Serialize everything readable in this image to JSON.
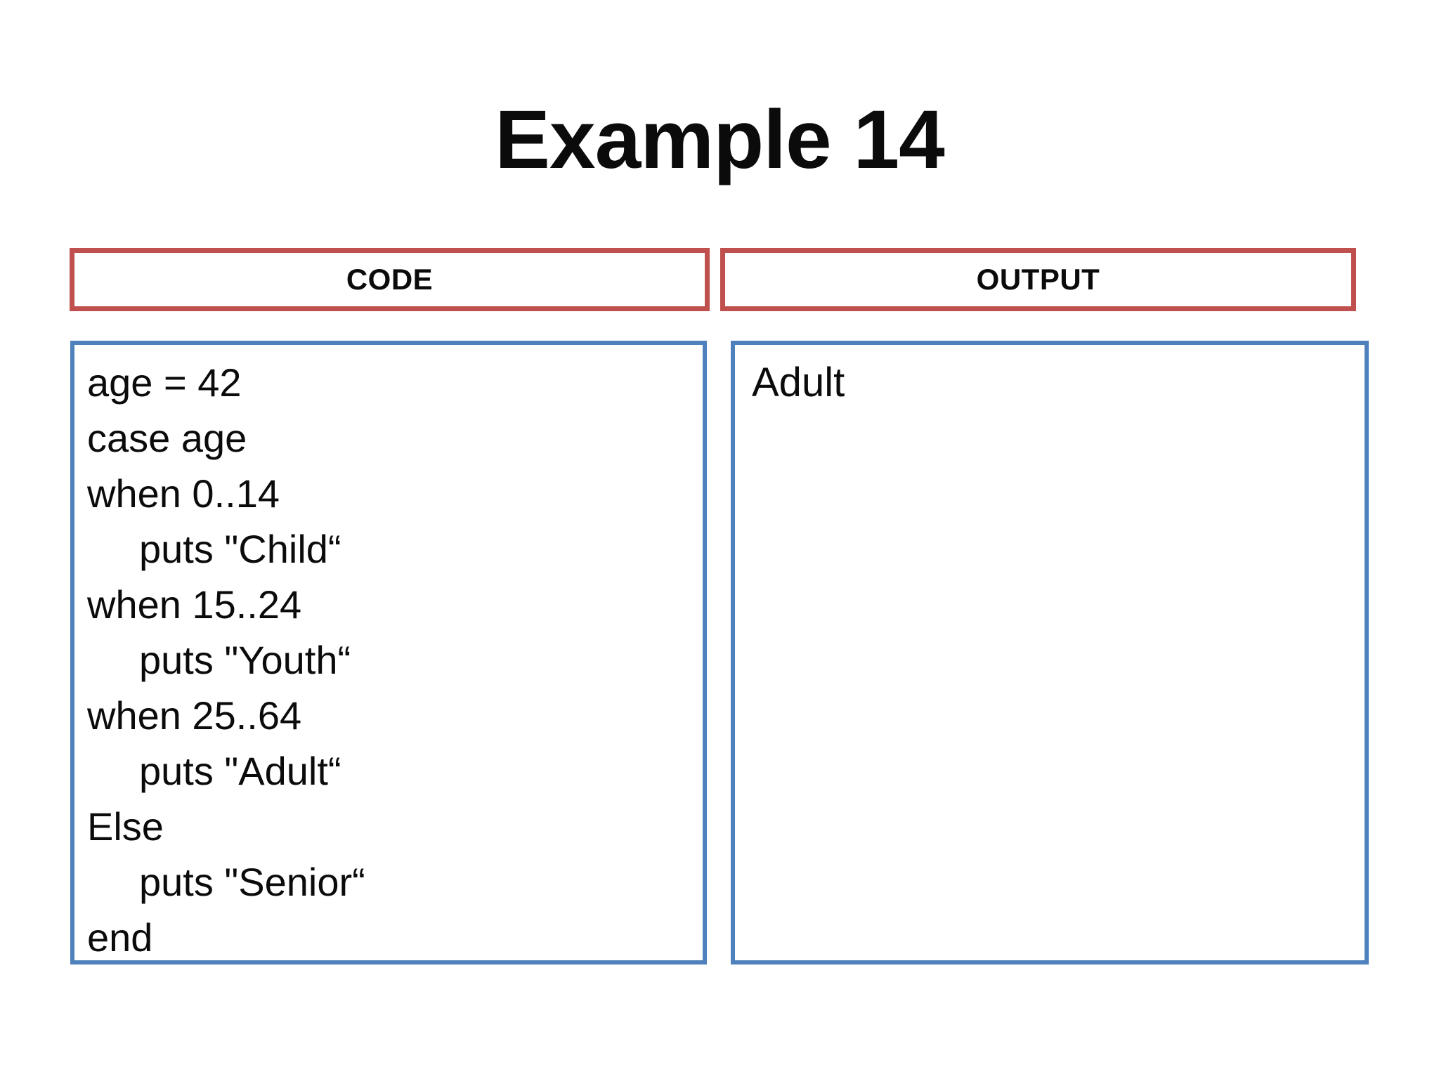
{
  "title": "Example 14",
  "code_panel": {
    "header": "CODE",
    "lines": [
      {
        "text": "age = 42",
        "indent": false
      },
      {
        "text": "case age",
        "indent": false
      },
      {
        "text": "when 0..14",
        "indent": false
      },
      {
        "text": "puts \"Child“",
        "indent": true
      },
      {
        "text": "when 15..24",
        "indent": false
      },
      {
        "text": "puts \"Youth“",
        "indent": true
      },
      {
        "text": "when 25..64",
        "indent": false
      },
      {
        "text": "puts \"Adult“",
        "indent": true
      },
      {
        "text": "Else",
        "indent": false
      },
      {
        "text": "puts \"Senior“",
        "indent": true
      },
      {
        "text": "end",
        "indent": false
      }
    ]
  },
  "output_panel": {
    "header": "OUTPUT",
    "text": "Adult"
  },
  "colors": {
    "header_border": "#C0504D",
    "body_border": "#4F81BD",
    "text": "#000000",
    "background": "#FFFFFF"
  }
}
